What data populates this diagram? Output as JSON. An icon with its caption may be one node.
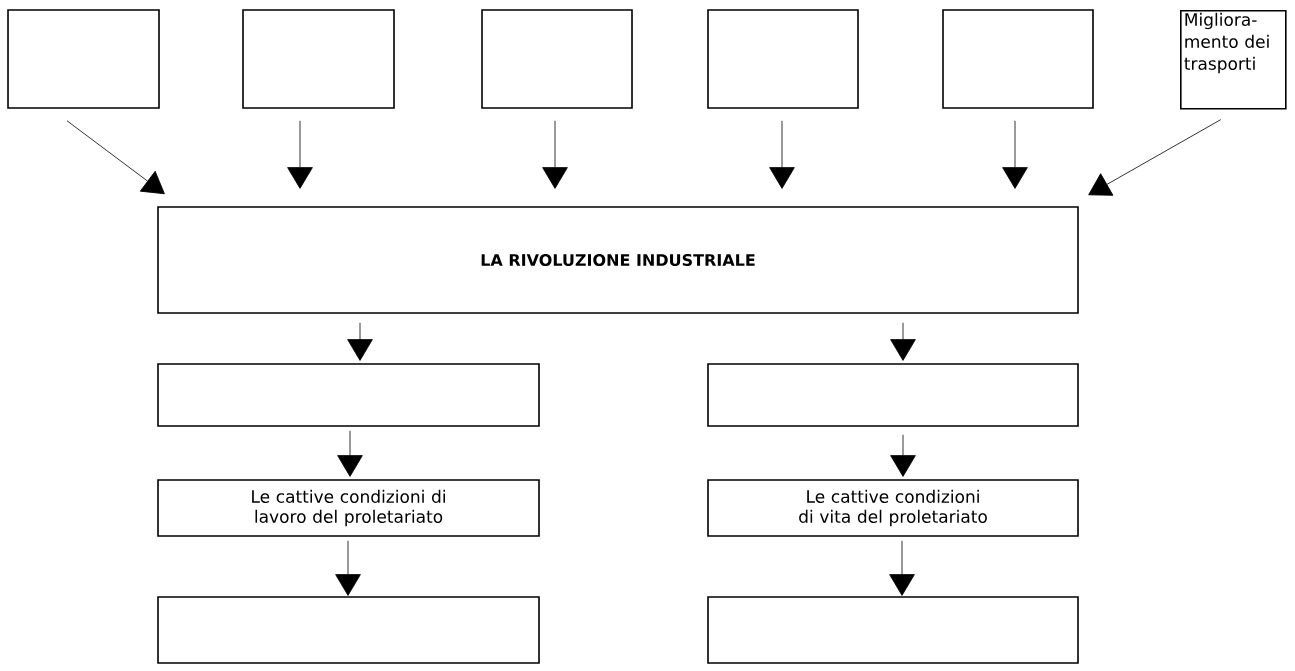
{
  "diagram": {
    "nodes": [
      {
        "text": [],
        "shape": "box"
      },
      {
        "text": [],
        "shape": "box"
      },
      {
        "text": [],
        "shape": "box"
      },
      {
        "text": [],
        "shape": "box"
      },
      {
        "text": [],
        "shape": "box"
      },
      {
        "text": [
          "Migliora- mento dei trasporti"
        ]
      },
      {
        "text": [
          "LA RIVOLUZIONE INDUSTRIALE"
        ]
      },
      {
        "text": [],
        "shape": "box"
      },
      {
        "text": [],
        "shape": "box"
      },
      {
        "text": [
          "Le cattive condizioni di lavoro del proletariato"
        ]
      },
      {
        "text": [
          "Le cattive condizioni di vita del proletariato"
        ]
      },
      {
        "text": [],
        "shape": "box"
      },
      {
        "text": [],
        "shape": "box"
      }
    ],
    "edges": [
      {
        "from": 0,
        "to": 6,
        "arrow": "to"
      },
      {
        "from": 1,
        "to": 6,
        "arrow": "to"
      },
      {
        "from": 2,
        "to": 6,
        "arrow": "to"
      },
      {
        "from": 3,
        "to": 6,
        "arrow": "to"
      },
      {
        "from": 4,
        "to": 6,
        "arrow": "to"
      },
      {
        "from": 5,
        "to": 6,
        "arrow": "to"
      },
      {
        "from": 6,
        "to": 7,
        "arrow": "to"
      },
      {
        "from": 6,
        "to": 8,
        "arrow": "to"
      },
      {
        "from": 7,
        "to": 9,
        "arrow": "to"
      },
      {
        "from": 8,
        "to": 10,
        "arrow": "to"
      },
      {
        "from": 9,
        "to": 11,
        "arrow": "to"
      },
      {
        "from": 10,
        "to": 12,
        "arrow": "to"
      }
    ]
  }
}
